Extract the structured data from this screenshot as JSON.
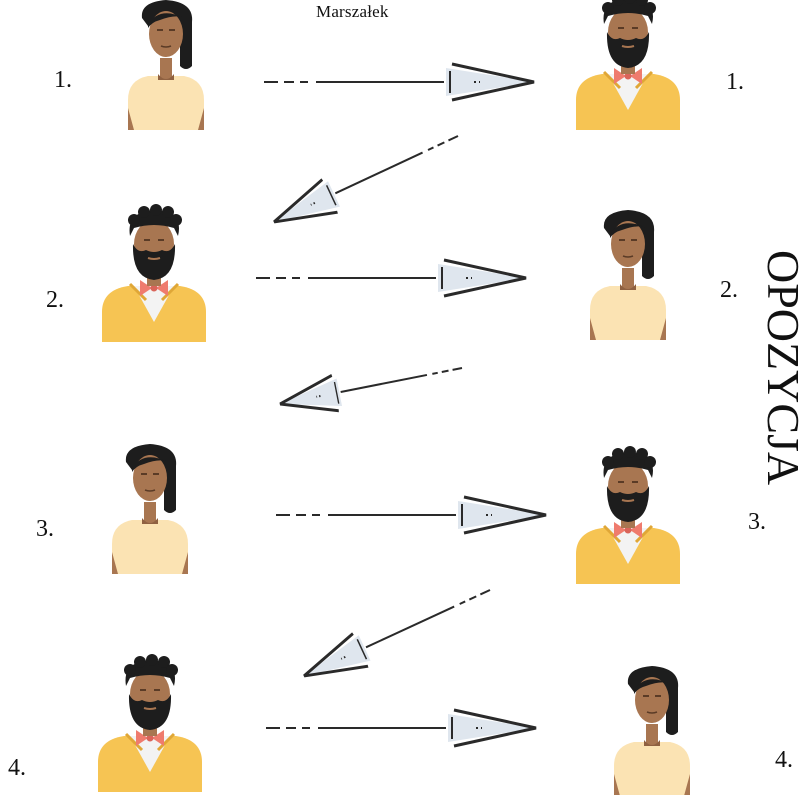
{
  "header": {
    "title": "Marszałek"
  },
  "side_label_right": "OPOZYCJA",
  "rows": [
    {
      "left_label": "1.",
      "right_label": "1.",
      "left_person": "woman",
      "right_person": "bearded-man"
    },
    {
      "left_label": "2.",
      "right_label": "2.",
      "left_person": "bearded-man",
      "right_person": "woman"
    },
    {
      "left_label": "3.",
      "right_label": "3.",
      "left_person": "woman",
      "right_person": "bearded-man"
    },
    {
      "left_label": "4.",
      "right_label": "4.",
      "left_person": "bearded-man",
      "right_person": "woman"
    }
  ],
  "colors": {
    "skin": "#a87651",
    "hair": "#1d1d1d",
    "shirt_light": "#fbe3b3",
    "jacket_yellow": "#f6c453",
    "bowtie": "#ef7b6e",
    "arrow_fill": "#dfe6ee",
    "line": "#2a2a2a"
  }
}
